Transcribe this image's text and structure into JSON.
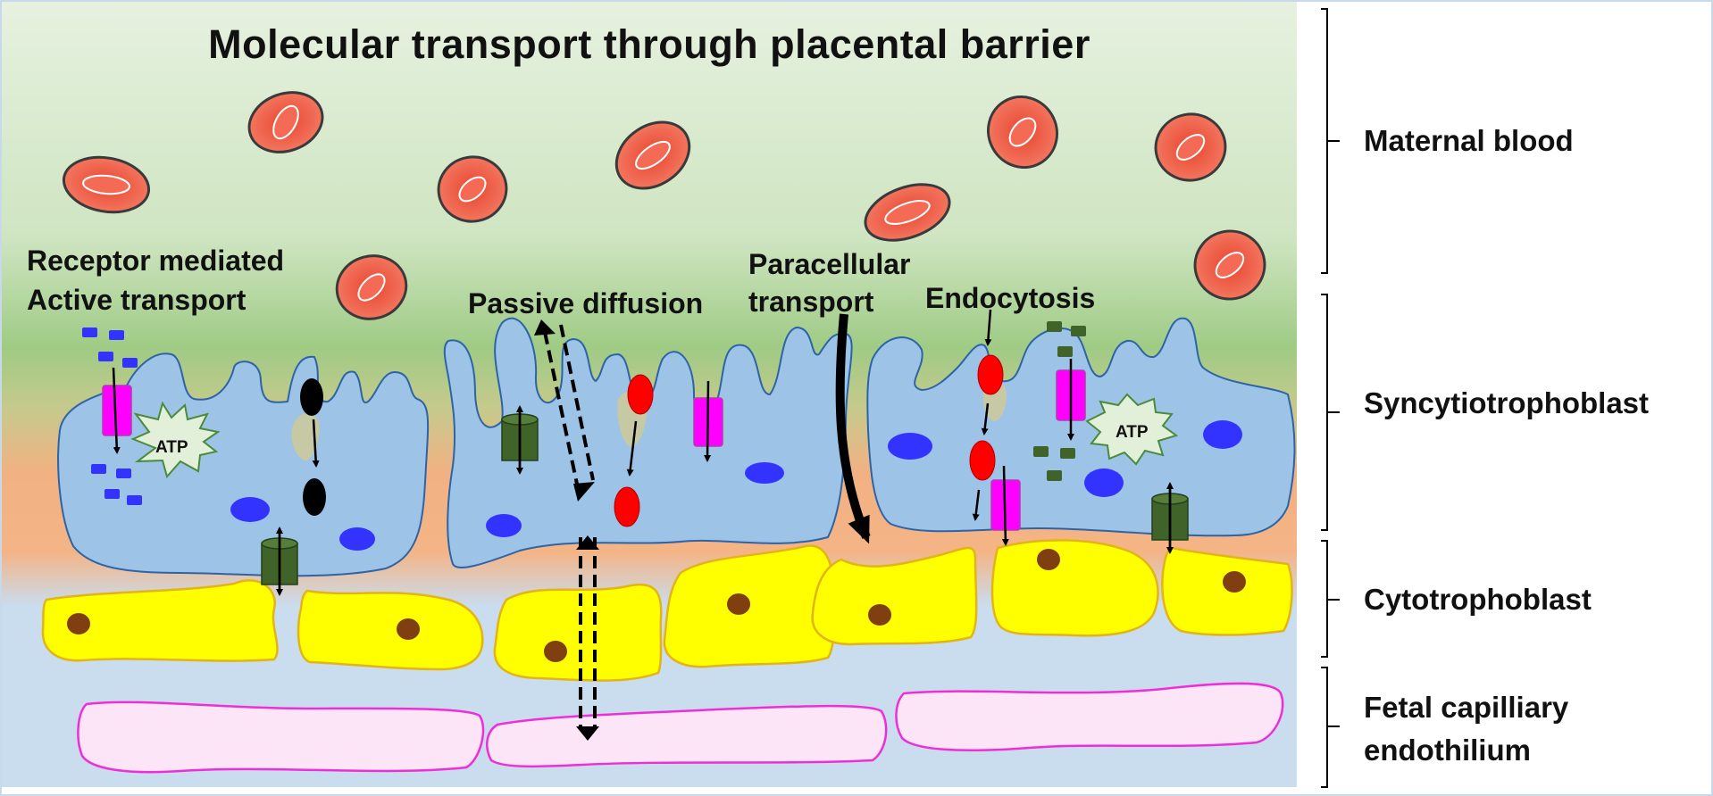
{
  "title": "Molecular transport through placental barrier",
  "transport_labels": {
    "receptor_line1": "Receptor mediated",
    "receptor_line2": "Active transport",
    "passive": "Passive diffusion",
    "paracellular_line1": "Paracellular",
    "paracellular_line2": "transport",
    "endocytosis": "Endocytosis"
  },
  "layers": {
    "maternal_blood": "Maternal blood",
    "syncytiotrophoblast": "Syncytiotrophoblast",
    "cytotrophoblast": "Cytotrophoblast",
    "fetal_line1": "Fetal capilliary",
    "fetal_line2": "endothilium"
  },
  "atp_label": "ATP",
  "colors": {
    "maternal_blood_bg": "#e2efd9",
    "syncytio_band": "#94c47a",
    "border_orange": "#f4b183",
    "fetal_bg": "#c9ddef",
    "syncytio_cell": "#9dc3e6",
    "cytotrophoblast_cell": "#ffff00",
    "endothelium_cell": "#fbe5f6",
    "red_blood_cell": "#f4715a",
    "transporter_magenta": "#ff00ff",
    "channel_green": "#3f6328",
    "nucleus_blue": "#3333ff",
    "nucleus_brown": "#7f3f10"
  }
}
